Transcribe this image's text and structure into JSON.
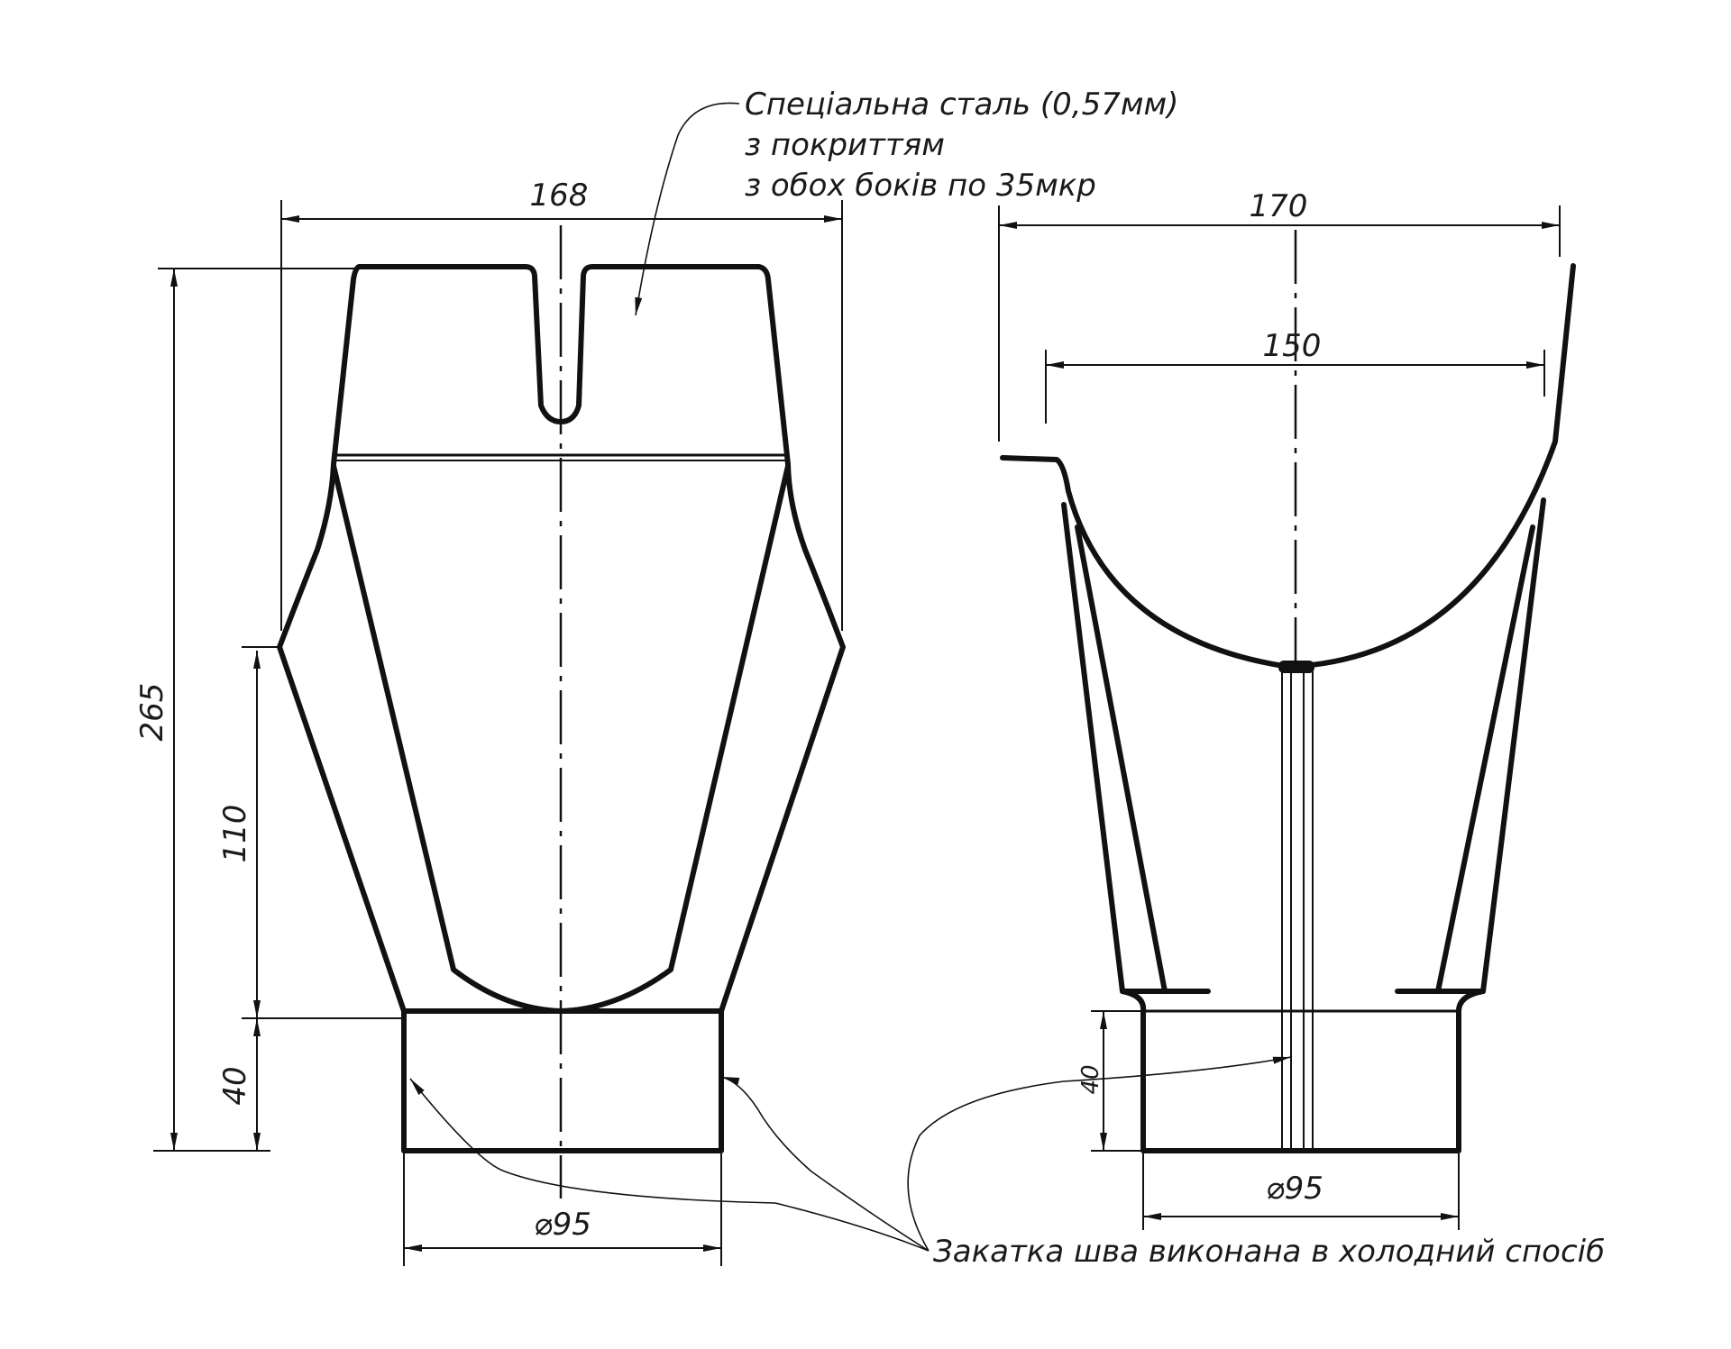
{
  "annotations": {
    "material_line1": "Спеціальна сталь (0,57мм)",
    "material_line2": "з покриттям",
    "material_line3": "з обох боків по 35мкр",
    "seam_note": "Закатка шва виконана в холодний спосіб"
  },
  "front_view": {
    "dim_width": "168",
    "dim_height_total": "265",
    "dim_height_cone": "110",
    "dim_height_pipe": "40",
    "dim_diameter": "⌀95"
  },
  "side_view": {
    "dim_width_outer": "170",
    "dim_width_inner": "150",
    "dim_height_pipe": "40",
    "dim_diameter": "⌀95"
  }
}
